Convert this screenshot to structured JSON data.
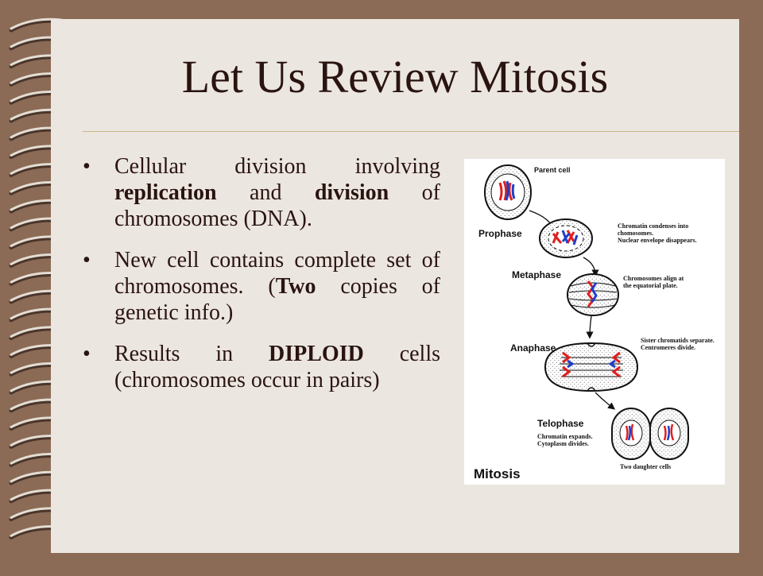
{
  "slide": {
    "title": "Let Us Review Mitosis",
    "bullets": [
      {
        "parts": [
          {
            "text": "Cellular division involving ",
            "bold": false
          },
          {
            "text": "replication",
            "bold": true
          },
          {
            "text": " and ",
            "bold": false
          },
          {
            "text": "division",
            "bold": true
          },
          {
            "text": " of chromosomes (DNA).",
            "bold": false
          }
        ]
      },
      {
        "parts": [
          {
            "text": "New cell contains complete set of chromosomes.  (",
            "bold": false
          },
          {
            "text": "Two",
            "bold": true
          },
          {
            "text": " copies of genetic info.)",
            "bold": false
          }
        ]
      },
      {
        "parts": [
          {
            "text": "Results in ",
            "bold": false
          },
          {
            "text": "DIPLOID",
            "bold": true
          },
          {
            "text": " cells (chromosomes occur in pairs)",
            "bold": false
          }
        ]
      }
    ]
  },
  "figure": {
    "caption": "Mitosis",
    "stages": [
      {
        "label": "",
        "note": "Parent cell"
      },
      {
        "label": "Prophase",
        "note": "Chromatin condenses into chomosomes. Nuclear envelope disappears."
      },
      {
        "label": "Metaphase",
        "note": "Chromosomes align at the equatorial plate."
      },
      {
        "label": "Anaphase",
        "note": "Sister chromatids separate. Centromeres divide."
      },
      {
        "label": "Telophase",
        "note": "Chromatin expands. Cytoplasm divides."
      }
    ],
    "footer_note": "Two daughter cells",
    "colors": {
      "maternal": "#e01e1e",
      "paternal": "#1e3ec8",
      "outline": "#111111"
    }
  },
  "theme": {
    "background": "#8b6b56",
    "page": "#ece6e1",
    "rule": "#c9b68a",
    "text": "#2a1410"
  }
}
